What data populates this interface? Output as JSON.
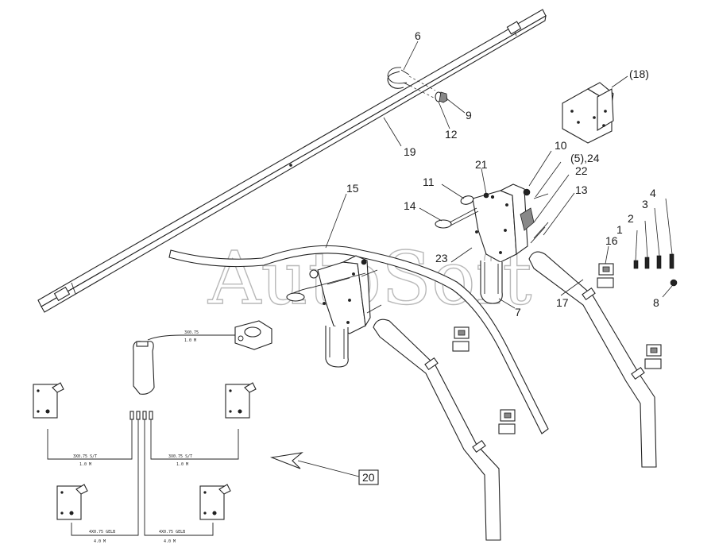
{
  "watermark": "AutoSoft",
  "callouts": {
    "c1": "1",
    "c2": "2",
    "c3": "3",
    "c4": "4",
    "c6": "6",
    "c7": "7",
    "c8": "8",
    "c9": "9",
    "c10": "10",
    "c11": "11",
    "c12": "12",
    "c13": "13",
    "c14": "14",
    "c15": "15",
    "c16": "16",
    "c17": "17",
    "c18": "(18)",
    "c19": "19",
    "c20": "20",
    "c21": "21",
    "c22": "22",
    "c23": "23",
    "c524": "(5),24"
  },
  "wiring": {
    "top_cable": "3X0.75",
    "top_length": "1.0 M",
    "left_cable": "3X0.75 S/T",
    "left_length": "1.0 M",
    "right_cable": "3X0.75 S/T",
    "right_length": "1.0 M",
    "bottom_left_cable": "4X0.75 GELB",
    "bottom_left_length": "4.0 M",
    "bottom_right_cable": "4X0.75 GELB",
    "bottom_right_length": "4.0 M"
  }
}
